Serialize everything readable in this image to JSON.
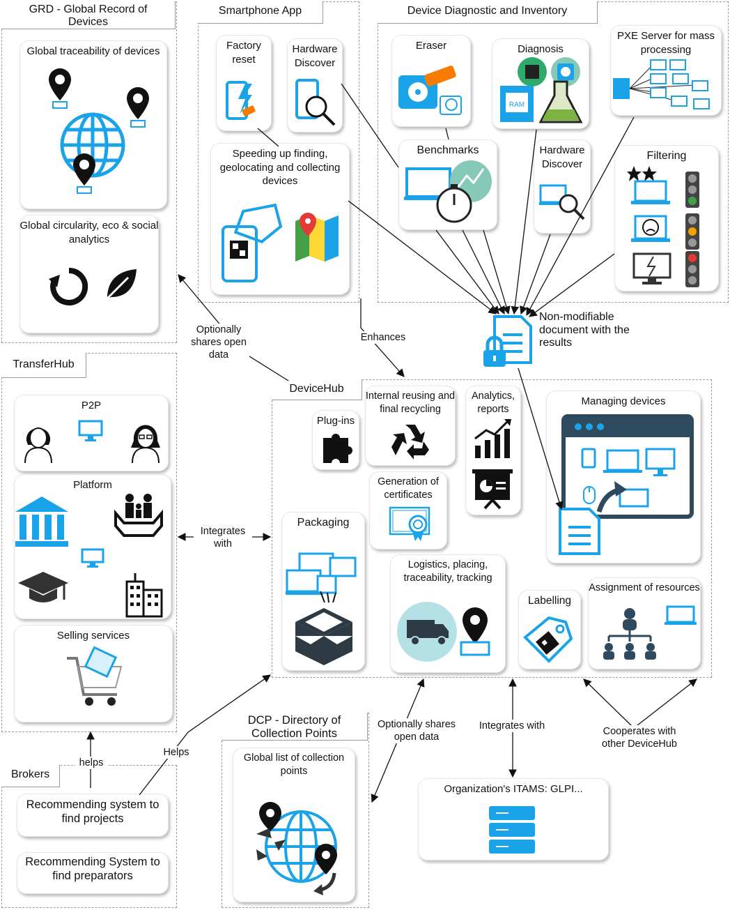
{
  "colors": {
    "accent": "#1aa3e8",
    "dark": "#111111",
    "red": "#e53935",
    "green": "#43a047",
    "amber": "#f59f00",
    "teal": "#86c9b9"
  },
  "groups": {
    "grd": {
      "title": "GRD - Global Record of Devices",
      "cards": {
        "traceability": "Global traceability of devices",
        "analytics": "Global circularity, eco & social analytics"
      }
    },
    "smartphone": {
      "title": "Smartphone App",
      "cards": {
        "factory_reset": "Factory reset",
        "hardware_discover": "Hardware Discover",
        "speeding": "Speeding up finding, geolocating and collecting devices"
      }
    },
    "diagnostic": {
      "title": "Device Diagnostic and Inventory",
      "cards": {
        "eraser": "Eraser",
        "diagnosis": "Diagnosis",
        "pxe": "PXE Server for mass processing",
        "benchmarks": "Benchmarks",
        "hardware_discover": "Hardware Discover",
        "filtering": "Filtering"
      },
      "icon_labels": {
        "ram": "RAM"
      }
    },
    "transferhub": {
      "title": "TransferHub",
      "cards": {
        "p2p": "P2P",
        "platform": "Platform",
        "selling": "Selling services"
      }
    },
    "devicehub": {
      "title": "DeviceHub",
      "cards": {
        "plugins": "Plug-ins",
        "reusing": "Internal reusing and final recycling",
        "analytics": "Analytics, reports",
        "managing": "Managing devices",
        "certificates": "Generation of certificates",
        "packaging": "Packaging",
        "logistics": "Logistics, placing, traceability, tracking",
        "labelling": "Labelling",
        "assignment": "Assignment of resources"
      }
    },
    "brokers": {
      "title": "Brokers",
      "cards": {
        "projects": "Recommending system to find projects",
        "preparators": "Recommending System to find preparators"
      }
    },
    "dcp": {
      "title": "DCP - Directory of Collection Points",
      "cards": {
        "global_list": "Global list of collection points"
      }
    }
  },
  "standalone": {
    "document": "Non-modifiable document with the results",
    "itams": "Organization's ITAMS: GLPI..."
  },
  "edge_labels": {
    "optionally_shares": "Optionally shares open data",
    "enhances": "Enhances",
    "integrates_with_1": "Integrates with",
    "helps_1": "helps",
    "helps_2": "Helps",
    "optionally_shares_2": "Optionally shares open data",
    "integrates_with_2": "Integrates with",
    "cooperates": "Cooperates with other DeviceHub"
  },
  "icons": [
    "map-pin-icon",
    "globe-icon",
    "laptop-icon",
    "recycle-loop-icon",
    "leaf-icon",
    "phone-icon",
    "eraser-icon",
    "magnifier-icon",
    "qr-tag-icon",
    "map-icon",
    "hdd-icon",
    "certificate-icon",
    "chip-icon",
    "ram-icon",
    "flask-icon",
    "network-icon",
    "stopwatch-icon",
    "chart-icon",
    "star-icon",
    "traffic-light-icon",
    "sad-face-icon",
    "broken-monitor-icon",
    "document-icon",
    "lock-icon",
    "person-icon",
    "bank-icon",
    "family-icon",
    "graduation-cap-icon",
    "building-icon",
    "cart-icon",
    "puzzle-icon",
    "recycle-icon",
    "bar-chart-icon",
    "presentation-icon",
    "browser-window-icon",
    "mouse-icon",
    "box-icon",
    "truck-icon",
    "label-icon",
    "org-chart-icon",
    "server-icon",
    "keyboard-icon"
  ]
}
